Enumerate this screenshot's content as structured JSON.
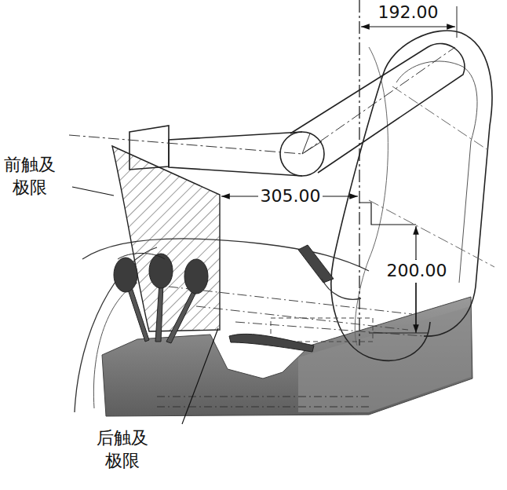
{
  "diagram": {
    "labels": [
      "192.00",
      "前触及 极限",
      "305.00",
      "200.00",
      "后触及 极限"
    ]
  }
}
